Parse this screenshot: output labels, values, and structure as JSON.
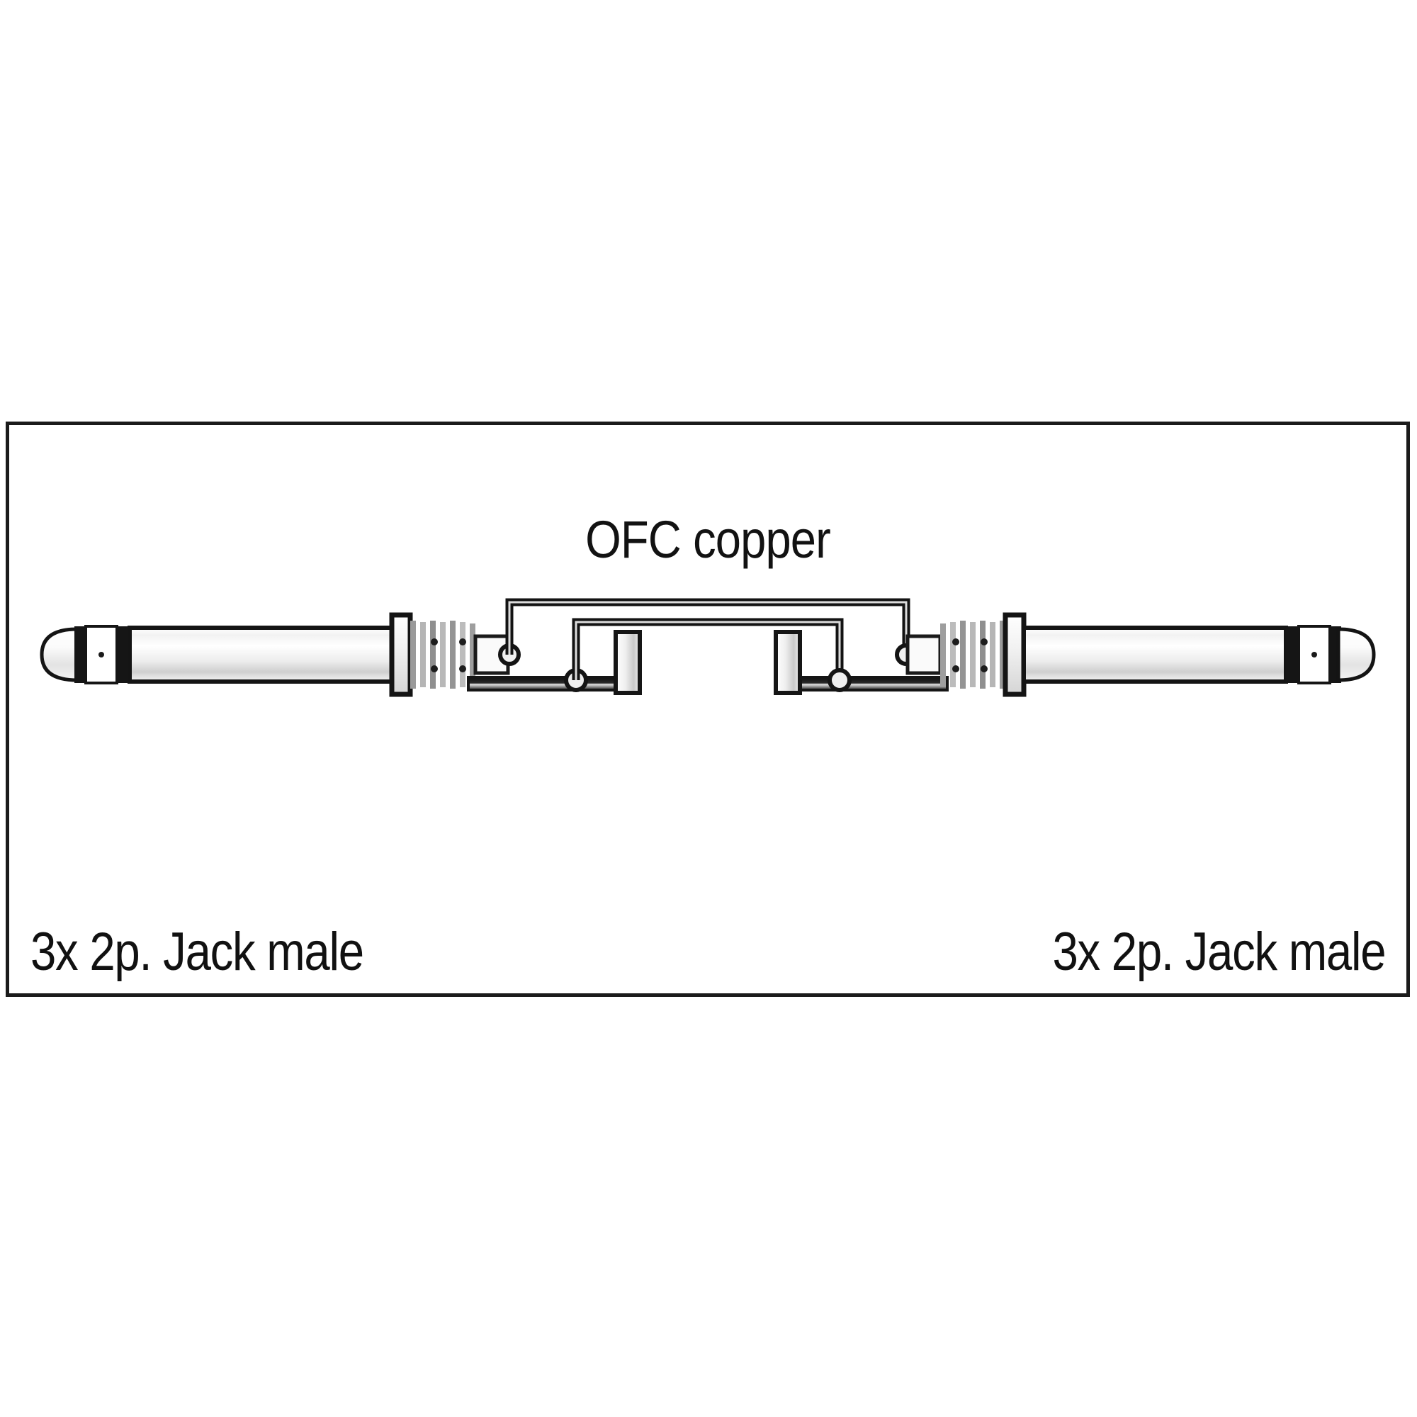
{
  "diagram": {
    "kind": "cable-wiring-diagram",
    "cable_label": "OFC copper",
    "left_connector_label": "3x 2p. Jack male",
    "right_connector_label": "3x 2p. Jack male",
    "colors": {
      "frame": "#1b1b1b",
      "background": "#ffffff",
      "ink": "#111111",
      "metal_light": "#ffffff",
      "metal_mid": "#d8d8d8",
      "metal_dark": "#8d8d8d"
    },
    "connectors": {
      "left": {
        "type": "2p. Jack male",
        "count": "3x",
        "parts": [
          "tip",
          "insulating-ring",
          "sleeve-shaft",
          "collar-flange",
          "strain-relief-spring",
          "solder-tabs"
        ]
      },
      "right": {
        "type": "2p. Jack male",
        "count": "3x",
        "parts": [
          "tip",
          "insulating-ring",
          "sleeve-shaft",
          "collar-flange",
          "strain-relief-spring",
          "solder-tabs"
        ]
      }
    },
    "wiring": {
      "conductor_count": 2,
      "paths": [
        {
          "name": "signal-outer-loop",
          "from": "left-tip-tab",
          "to": "right-tip-tab"
        },
        {
          "name": "signal-inner-loop",
          "from": "left-sleeve-tab",
          "to": "right-sleeve-tab"
        }
      ]
    }
  }
}
